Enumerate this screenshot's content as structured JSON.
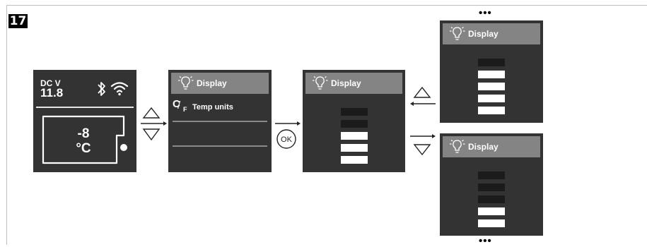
{
  "figure": {
    "step_number": "17",
    "more_indicator": "•••"
  },
  "device_screen": {
    "dc_label": "DC V",
    "dc_value": "11.8",
    "temperature_value": "-8",
    "temperature_unit": "°C",
    "icons": [
      "bluetooth-icon",
      "wifi-icon"
    ]
  },
  "menu_screen": {
    "header_label": "Display",
    "item_label": "Temp units",
    "item_icon_text": {
      "c": "C",
      "slash": "/",
      "f": "F"
    }
  },
  "display_screens": {
    "header_label": "Display",
    "initial_levels": [
      "off",
      "off",
      "on",
      "on",
      "on"
    ],
    "increased_levels": [
      "off",
      "on",
      "on",
      "on",
      "on"
    ],
    "decreased_levels": [
      "off",
      "off",
      "off",
      "on",
      "on"
    ]
  },
  "controls": {
    "ok_label": "OK"
  },
  "colors": {
    "screen_bg": "#333333",
    "header_bg": "#848484",
    "bar_on": "#ffffff",
    "bar_off": "#1b1b1b"
  }
}
